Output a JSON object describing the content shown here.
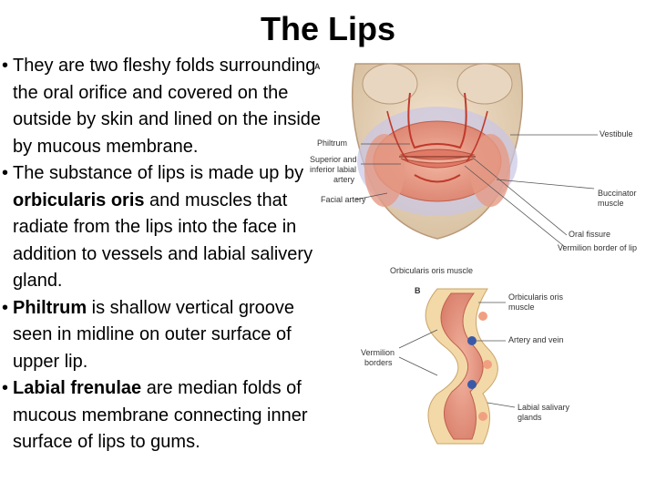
{
  "slide": {
    "title": "The Lips",
    "bullets": [
      {
        "parts": [
          {
            "text": "They are two fleshy folds surrounding the oral orifice and covered on the outside by skin and lined on the inside by mucous membrane.",
            "bold": false
          }
        ]
      },
      {
        "parts": [
          {
            "text": "The substance of lips is made up by ",
            "bold": false
          },
          {
            "text": "orbicularis oris",
            "bold": true
          },
          {
            "text": " and muscles that radiate from the lips into the face in addition to vessels and labial salivery gland.",
            "bold": false
          }
        ]
      },
      {
        "parts": [
          {
            "text": "Philtrum",
            "bold": true
          },
          {
            "text": " is shallow vertical groove seen in midline on outer surface of upper lip.",
            "bold": false
          }
        ]
      },
      {
        "parts": [
          {
            "text": "Labial frenulae",
            "bold": true
          },
          {
            "text": " are median folds of mucous membrane connecting inner surface of lips to gums.",
            "bold": false
          }
        ]
      }
    ]
  },
  "figure": {
    "panel_a": "A",
    "panel_b": "B",
    "labels": {
      "philtrum": "Philtrum",
      "superior_inferior_artery_1": "Superior and",
      "superior_inferior_artery_2": "inferior labial",
      "superior_inferior_artery_3": "artery",
      "facial_artery": "Facial artery",
      "vestibule": "Vestibule",
      "buccinator_1": "Buccinator",
      "buccinator_2": "muscle",
      "oral_fissure": "Oral fissure",
      "vermilion_border": "Vermilion border of lip",
      "orbicularis_oris_muscle": "Orbicularis oris muscle",
      "orbicularis_oris_b_1": "Orbicularis oris",
      "orbicularis_oris_b_2": "muscle",
      "artery_and_vein": "Artery and vein",
      "vermilion_borders_1": "Vermilion",
      "vermilion_borders_2": "borders",
      "labial_salivary_1": "Labial salivary",
      "labial_salivary_2": "glands"
    }
  }
}
